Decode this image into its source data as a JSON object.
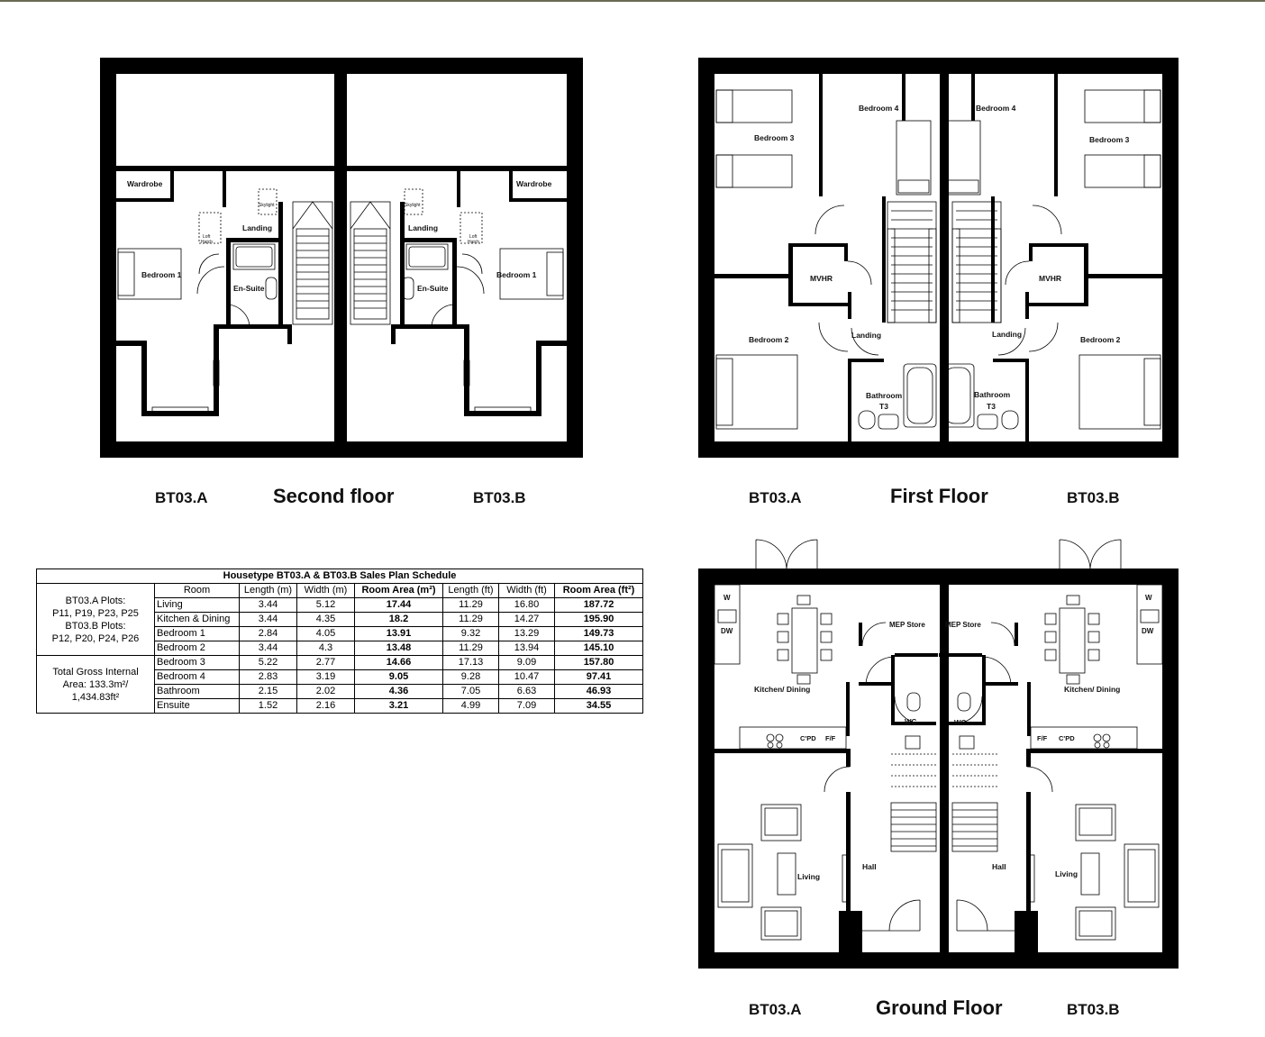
{
  "captions": {
    "second": {
      "left": "BT03.A",
      "title": "Second floor",
      "right": "BT03.B"
    },
    "first": {
      "left": "BT03.A",
      "title": "First Floor",
      "right": "BT03.B"
    },
    "ground": {
      "left": "BT03.A",
      "title": "Ground Floor",
      "right": "BT03.B"
    }
  },
  "rooms": {
    "second": {
      "wardrobe": "Wardrobe",
      "landing": "Landing",
      "skylight": "Skylight",
      "loft": "Loft",
      "hatch": "Hatch",
      "bedroom1": "Bedroom 1",
      "ensuite": "En-Suite"
    },
    "first": {
      "bedroom3": "Bedroom 3",
      "bedroom4": "Bedroom 4",
      "bedroom2": "Bedroom 2",
      "mvhr": "MVHR",
      "landing": "Landing",
      "bathroom": "Bathroom",
      "t3": "T3"
    },
    "ground": {
      "w": "W",
      "dw": "DW",
      "kitchen": "Kitchen/ Dining",
      "mep": "MEP Store",
      "wc": "WC",
      "cpd": "C'PD",
      "ff": "F/F",
      "living": "Living",
      "hall": "Hall"
    }
  },
  "schedule": {
    "title": "Housetype BT03.A & BT03.B Sales Plan Schedule",
    "headers": [
      "Room",
      "Length (m)",
      "Width (m)",
      "Room Area (m²)",
      "Length (ft)",
      "Width (ft)",
      "Room Area (ft²)"
    ],
    "plots_a_label": "BT03.A Plots:",
    "plots_a": "P11, P19, P23, P25",
    "plots_b_label": "BT03.B Plots:",
    "plots_b": "P12, P20, P24, P26",
    "gia_line1": "Total Gross Internal",
    "gia_line2": "Area: 133.3m²/",
    "gia_line3": "1,434.83ft²",
    "rows": [
      {
        "room": "Living",
        "len_m": "3.44",
        "wid_m": "5.12",
        "area_m2": "17.44",
        "len_ft": "11.29",
        "wid_ft": "16.80",
        "area_ft2": "187.72"
      },
      {
        "room": "Kitchen & Dining",
        "len_m": "3.44",
        "wid_m": "4.35",
        "area_m2": "18.2",
        "len_ft": "11.29",
        "wid_ft": "14.27",
        "area_ft2": "195.90"
      },
      {
        "room": "Bedroom 1",
        "len_m": "2.84",
        "wid_m": "4.05",
        "area_m2": "13.91",
        "len_ft": "9.32",
        "wid_ft": "13.29",
        "area_ft2": "149.73"
      },
      {
        "room": "Bedroom 2",
        "len_m": "3.44",
        "wid_m": "4.3",
        "area_m2": "13.48",
        "len_ft": "11.29",
        "wid_ft": "13.94",
        "area_ft2": "145.10"
      },
      {
        "room": "Bedroom 3",
        "len_m": "5.22",
        "wid_m": "2.77",
        "area_m2": "14.66",
        "len_ft": "17.13",
        "wid_ft": "9.09",
        "area_ft2": "157.80"
      },
      {
        "room": "Bedroom 4",
        "len_m": "2.83",
        "wid_m": "3.19",
        "area_m2": "9.05",
        "len_ft": "9.28",
        "wid_ft": "10.47",
        "area_ft2": "97.41"
      },
      {
        "room": "Bathroom",
        "len_m": "2.15",
        "wid_m": "2.02",
        "area_m2": "4.36",
        "len_ft": "7.05",
        "wid_ft": "6.63",
        "area_ft2": "46.93"
      },
      {
        "room": "Ensuite",
        "len_m": "1.52",
        "wid_m": "2.16",
        "area_m2": "3.21",
        "len_ft": "4.99",
        "wid_ft": "7.09",
        "area_ft2": "34.55"
      }
    ]
  }
}
